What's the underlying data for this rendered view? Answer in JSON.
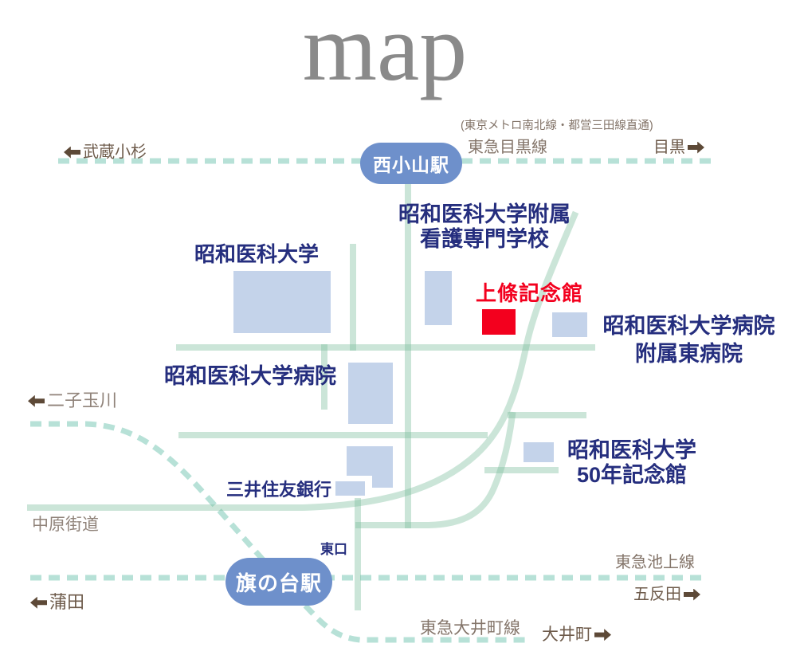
{
  "title": "map",
  "colors": {
    "road": "#cfe7db",
    "railway_dash": "#b7e1d7",
    "building": "#c4d3ea",
    "highlight_building": "#f3001e",
    "station_badge": "#6e90cb",
    "navy_label": "#252e7e",
    "red_label": "#f3001e",
    "direction_brown": "#6d5a4a",
    "line_name_gray": "#84756a",
    "arrow_brown": "#5d4937",
    "title_gray": "#8a8a8a"
  },
  "stations": {
    "nishikoyama": "西小山駅",
    "hatanodai": "旗の台駅"
  },
  "lines": {
    "meguro": {
      "note": "(東京メトロ南北線・都営三田線直通)",
      "name": "東急目黒線",
      "toward_right": "目黒",
      "toward_left": "武蔵小杉"
    },
    "ikegami": {
      "name": "東急池上線",
      "toward_right": "五反田",
      "toward_left": "蒲田"
    },
    "oimachi": {
      "name": "東急大井町線",
      "toward_right": "大井町",
      "toward_left": "二子玉川"
    }
  },
  "roads": {
    "nakahara_kaido": "中原街道"
  },
  "places": {
    "university": "昭和医科大学",
    "nursing_school": [
      "昭和医科大学附属",
      "看護専門学校"
    ],
    "kamijo_memorial": "上條記念館",
    "hospital": "昭和医科大学病院",
    "east_hospital": [
      "昭和医科大学病院",
      "附属東病院"
    ],
    "memorial_50": [
      "昭和医科大学",
      "50年記念館"
    ],
    "bank": "三井住友銀行",
    "east_exit": "東口"
  }
}
